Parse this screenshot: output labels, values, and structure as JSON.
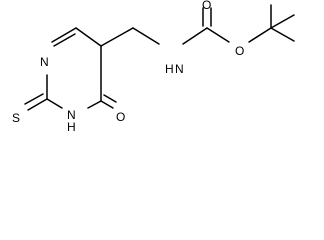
{
  "molecule": {
    "atoms": {
      "n_ring": "N",
      "s": "S",
      "nh_ring": "H",
      "n_lactam": "N",
      "o_keto": "O",
      "nh_amide": "H",
      "n_amide": "N",
      "o_carbonyl": "O",
      "o_ester": "O"
    }
  }
}
